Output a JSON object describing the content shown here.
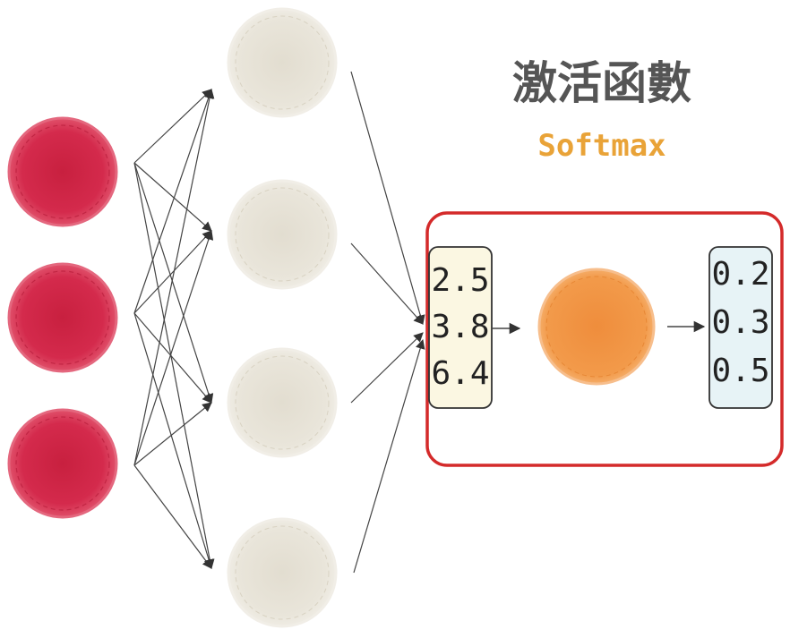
{
  "title": "激活函數",
  "subtitle": "Softmax",
  "input_vector": {
    "values": [
      "2.5",
      "3.8",
      "6.4"
    ]
  },
  "output_vector": {
    "values": [
      "0.2",
      "0.3",
      "0.5"
    ]
  },
  "colors": {
    "input_node": "#d42a4c",
    "hidden_node": "#e9e5da",
    "softmax_node": "#f29a4a",
    "title": "#555555",
    "subtitle": "#e9a338",
    "highlight_box": "#d42a2a",
    "input_vector_bg": "#fbf7e2",
    "output_vector_bg": "#e7f3f6"
  }
}
